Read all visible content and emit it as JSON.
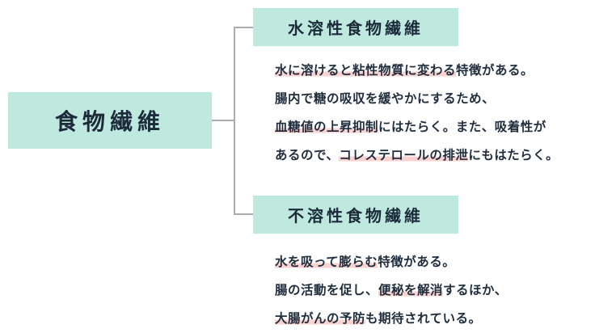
{
  "root": {
    "label": "食物繊維"
  },
  "soluble": {
    "label": "水溶性食物繊維",
    "lines": [
      [
        {
          "text": "水に溶けると粘性物質に変わる",
          "hl": true
        },
        {
          "text": "特徴がある。",
          "hl": false
        }
      ],
      [
        {
          "text": "腸内で糖の吸収を緩やかにするため、",
          "hl": false
        }
      ],
      [
        {
          "text": "血糖値の上昇抑制",
          "hl": true
        },
        {
          "text": "にはたらく。また、吸着性が",
          "hl": false
        }
      ],
      [
        {
          "text": "あるので、",
          "hl": false
        },
        {
          "text": "コレステロールの排泄",
          "hl": true
        },
        {
          "text": "にもはたらく。",
          "hl": false
        }
      ]
    ]
  },
  "insoluble": {
    "label": "不溶性食物繊維",
    "lines": [
      [
        {
          "text": "水を吸って膨らむ",
          "hl": true
        },
        {
          "text": "特徴がある。",
          "hl": false
        }
      ],
      [
        {
          "text": "腸の活動を促し、",
          "hl": false
        },
        {
          "text": "便秘を解消",
          "hl": true
        },
        {
          "text": "するほか、",
          "hl": false
        }
      ],
      [
        {
          "text": "大腸がんの予防",
          "hl": true
        },
        {
          "text": "も期待されている。",
          "hl": false
        }
      ]
    ]
  },
  "colors": {
    "box": "#bfe8de",
    "highlight": "#f9d3d1",
    "connector": "#a9adb1",
    "text": "#1f2d3d"
  }
}
